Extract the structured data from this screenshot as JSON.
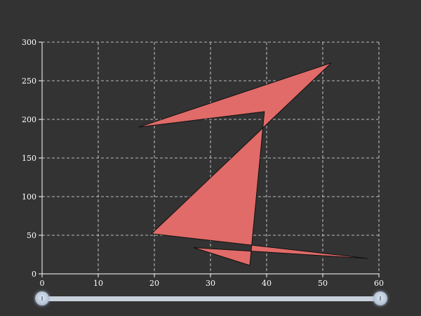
{
  "chart_data": {
    "type": "area",
    "title": "",
    "xlabel": "",
    "ylabel": "",
    "xlim": [
      0,
      60
    ],
    "ylim": [
      0,
      300
    ],
    "x_ticks": [
      0,
      10,
      20,
      30,
      40,
      50,
      60
    ],
    "y_ticks": [
      0,
      50,
      100,
      150,
      200,
      250,
      300
    ],
    "grid": true,
    "series": [
      {
        "color": "#e06b68",
        "points": [
          [
            17.2,
            190
          ],
          [
            39.6,
            210
          ],
          [
            37,
            11
          ],
          [
            27,
            34
          ],
          [
            58,
            20
          ],
          [
            19.5,
            52
          ],
          [
            51.5,
            273
          ]
        ]
      }
    ]
  },
  "slider": {
    "range": [
      0,
      60
    ],
    "start": 0,
    "end": 60
  }
}
